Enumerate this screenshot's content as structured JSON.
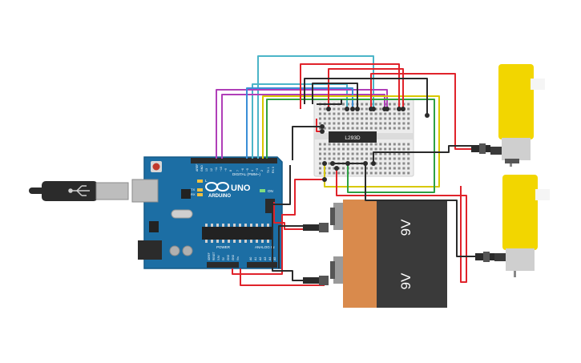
{
  "arduino": {
    "brand": "ARDUINO",
    "model": "UNO",
    "digital_label": "DIGITAL (PWM~)",
    "analog_label": "ANALOG IN",
    "power_label": "POWER",
    "on_label": "ON",
    "tx_label": "TX",
    "rx_label": "RX",
    "l_label": "L",
    "aref_label": "AREF",
    "gnd_label": "GND",
    "digital_pins": [
      "13",
      "12",
      "~11",
      "~10",
      "~9",
      "8",
      "7",
      "~6",
      "~5",
      "4",
      "~3",
      "2",
      "TX 1",
      "RX 0"
    ],
    "power_pins": [
      "IOREF",
      "RESET",
      "3.3V",
      "5V",
      "GND",
      "GND",
      "Vin"
    ],
    "analog_pins": [
      "A0",
      "A1",
      "A2",
      "A3",
      "A4",
      "A5"
    ]
  },
  "driver_ic": {
    "label": "L293D"
  },
  "batteries": [
    {
      "label": "9V"
    },
    {
      "label": "9V"
    }
  ],
  "colors": {
    "arduino_blue": "#1c6ea4",
    "battery_orange": "#d98a4c",
    "battery_dark": "#3a3a3a",
    "motor_yellow": "#f2d600",
    "wire_red": "#e0232b",
    "wire_black": "#2b2b2b",
    "wire_cyan": "#4bb5c8",
    "wire_purple": "#b03fb8",
    "wire_blue": "#3a8ed6",
    "wire_yellow": "#d8c800",
    "wire_green": "#2ea043",
    "breadboard": "#ececec"
  }
}
